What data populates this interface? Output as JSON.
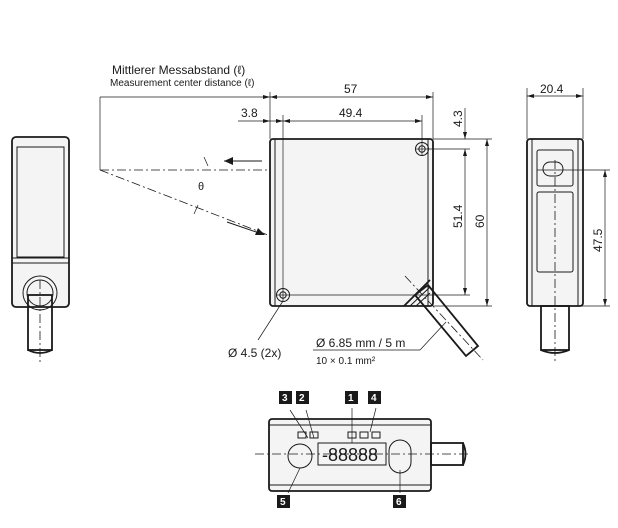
{
  "labels": {
    "distance_de": "Mittlerer Messabstand (ℓ)",
    "distance_en": "Measurement center distance (ℓ)",
    "theta": "θ",
    "hole": "Ø 4.5 (2x)",
    "cable_1": "Ø 6.85 mm / 5 m",
    "cable_2": "10 × 0.1 mm²"
  },
  "dimensions": {
    "width": "57",
    "inner_width": "49.4",
    "offset": "3.8",
    "top_offset": "4.3",
    "hole_span": "51.4",
    "height": "60",
    "depth": "20.4",
    "side_height": "47.5"
  },
  "display": {
    "digits": "-88888"
  },
  "callouts": [
    "1",
    "2",
    "3",
    "4",
    "5",
    "6"
  ]
}
